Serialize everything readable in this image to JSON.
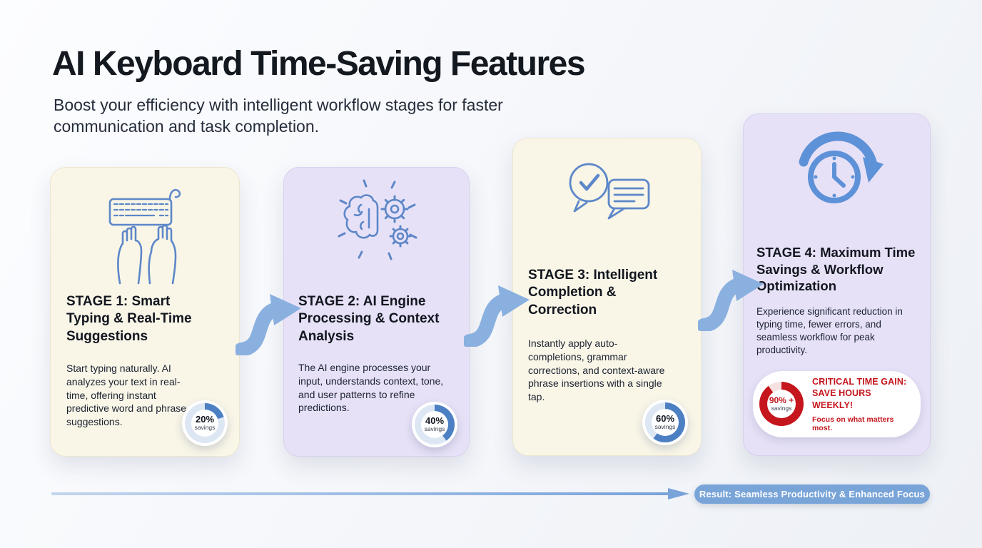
{
  "header": {
    "title": "AI Keyboard Time-Saving Features",
    "subtitle": "Boost your efficiency with intelligent workflow stages for faster communication and task completion."
  },
  "stages": [
    {
      "title": "STAGE 1: Smart Typing & Real-Time Suggestions",
      "description": "Start typing naturally. AI analyzes your text in real-time, offering instant predictive word and phrase suggestions.",
      "icon": "keyboard-hands-icon",
      "savings": {
        "pct_label": "20%",
        "unit_label": "savings",
        "ring": {
          "pct": 20,
          "arc": "#4d7fc3",
          "track": "#dde7f4"
        }
      }
    },
    {
      "title": "STAGE 2: AI Engine Processing & Context Analysis",
      "description": "The AI engine processes your input, understands context, tone, and user patterns to refine predictions.",
      "icon": "brain-gears-icon",
      "savings": {
        "pct_label": "40%",
        "unit_label": "savings",
        "ring": {
          "pct": 40,
          "arc": "#4d7fc3",
          "track": "#dde7f4"
        }
      }
    },
    {
      "title": "STAGE 3: Intelligent Completion & Correction",
      "description": "Instantly apply auto-completions, grammar corrections, and context-aware phrase insertions with a single tap.",
      "icon": "chat-check-icon",
      "savings": {
        "pct_label": "60%",
        "unit_label": "savings",
        "ring": {
          "pct": 60,
          "arc": "#4d7fc3",
          "track": "#dde7f4"
        }
      }
    },
    {
      "title": "STAGE 4: Maximum Time Savings & Workflow Optimization",
      "description": "Experience significant reduction in typing time, fewer errors, and seamless workflow for peak productivity.",
      "icon": "clock-arrow-icon",
      "savings": {
        "pct_label": "90% +",
        "unit_label": "savings",
        "ring": {
          "pct": 90,
          "arc": "#c5161d",
          "track": "#f6e0e1"
        }
      },
      "callout": {
        "line1": "CRITICAL TIME GAIN:",
        "line2": "SAVE HOURS WEEKLY!",
        "line3": "Focus on what matters most."
      }
    }
  ],
  "result": {
    "label": "Result: Seamless Productivity & Enhanced Focus"
  },
  "colors": {
    "accent_blue": "#79a4d8",
    "donut_blue": "#4d7fc3",
    "alert_red": "#c5161d",
    "card_cream": "#f9f6e8",
    "card_lavender": "#e7e1f7",
    "icon_blue": "#5d87c8"
  }
}
